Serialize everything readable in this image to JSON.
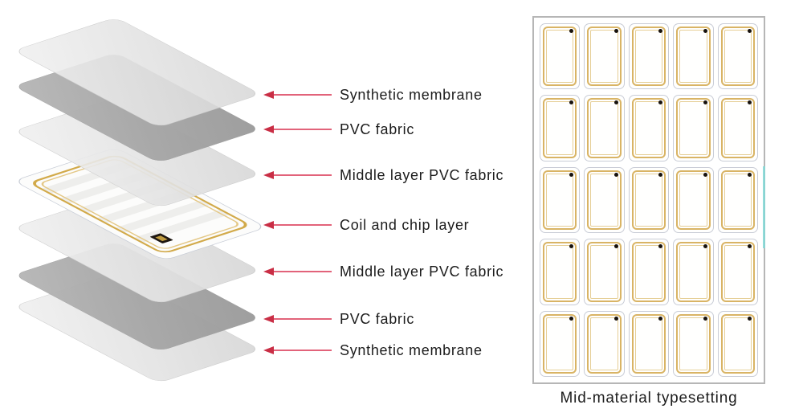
{
  "layer_diagram": {
    "description": "Exploded view of card layer structure",
    "layers": [
      {
        "label": "Synthetic membrane",
        "material": "light"
      },
      {
        "label": "PVC fabric",
        "material": "dark"
      },
      {
        "label": "Middle layer PVC fabric",
        "material": "light"
      },
      {
        "label": "Coil and chip layer",
        "material": "coil"
      },
      {
        "label": "Middle layer PVC fabric",
        "material": "light"
      },
      {
        "label": "PVC fabric",
        "material": "dark"
      },
      {
        "label": "Synthetic membrane",
        "material": "light"
      }
    ]
  },
  "typesetting_panel": {
    "caption": "Mid-material typesetting",
    "grid": {
      "rows": 5,
      "columns": 5,
      "total_cards": 25
    }
  },
  "colors": {
    "arrow_line": "#e2637a",
    "arrow_head": "#c92e45",
    "label_text": "#1c1c1c",
    "panel_border": "#b6b6b6",
    "card_outline": "#c9ccd6",
    "card_coil_gold": "#d9b465",
    "card_coil_gold_inner": "#e6cf96",
    "artifact_cyan": "#82d8d6",
    "chip_dark": "#17120e",
    "sheet_light": "#e6e6e6",
    "sheet_dark": "#a6a6a6",
    "coil_ring_gold": "#d2aa4a"
  }
}
